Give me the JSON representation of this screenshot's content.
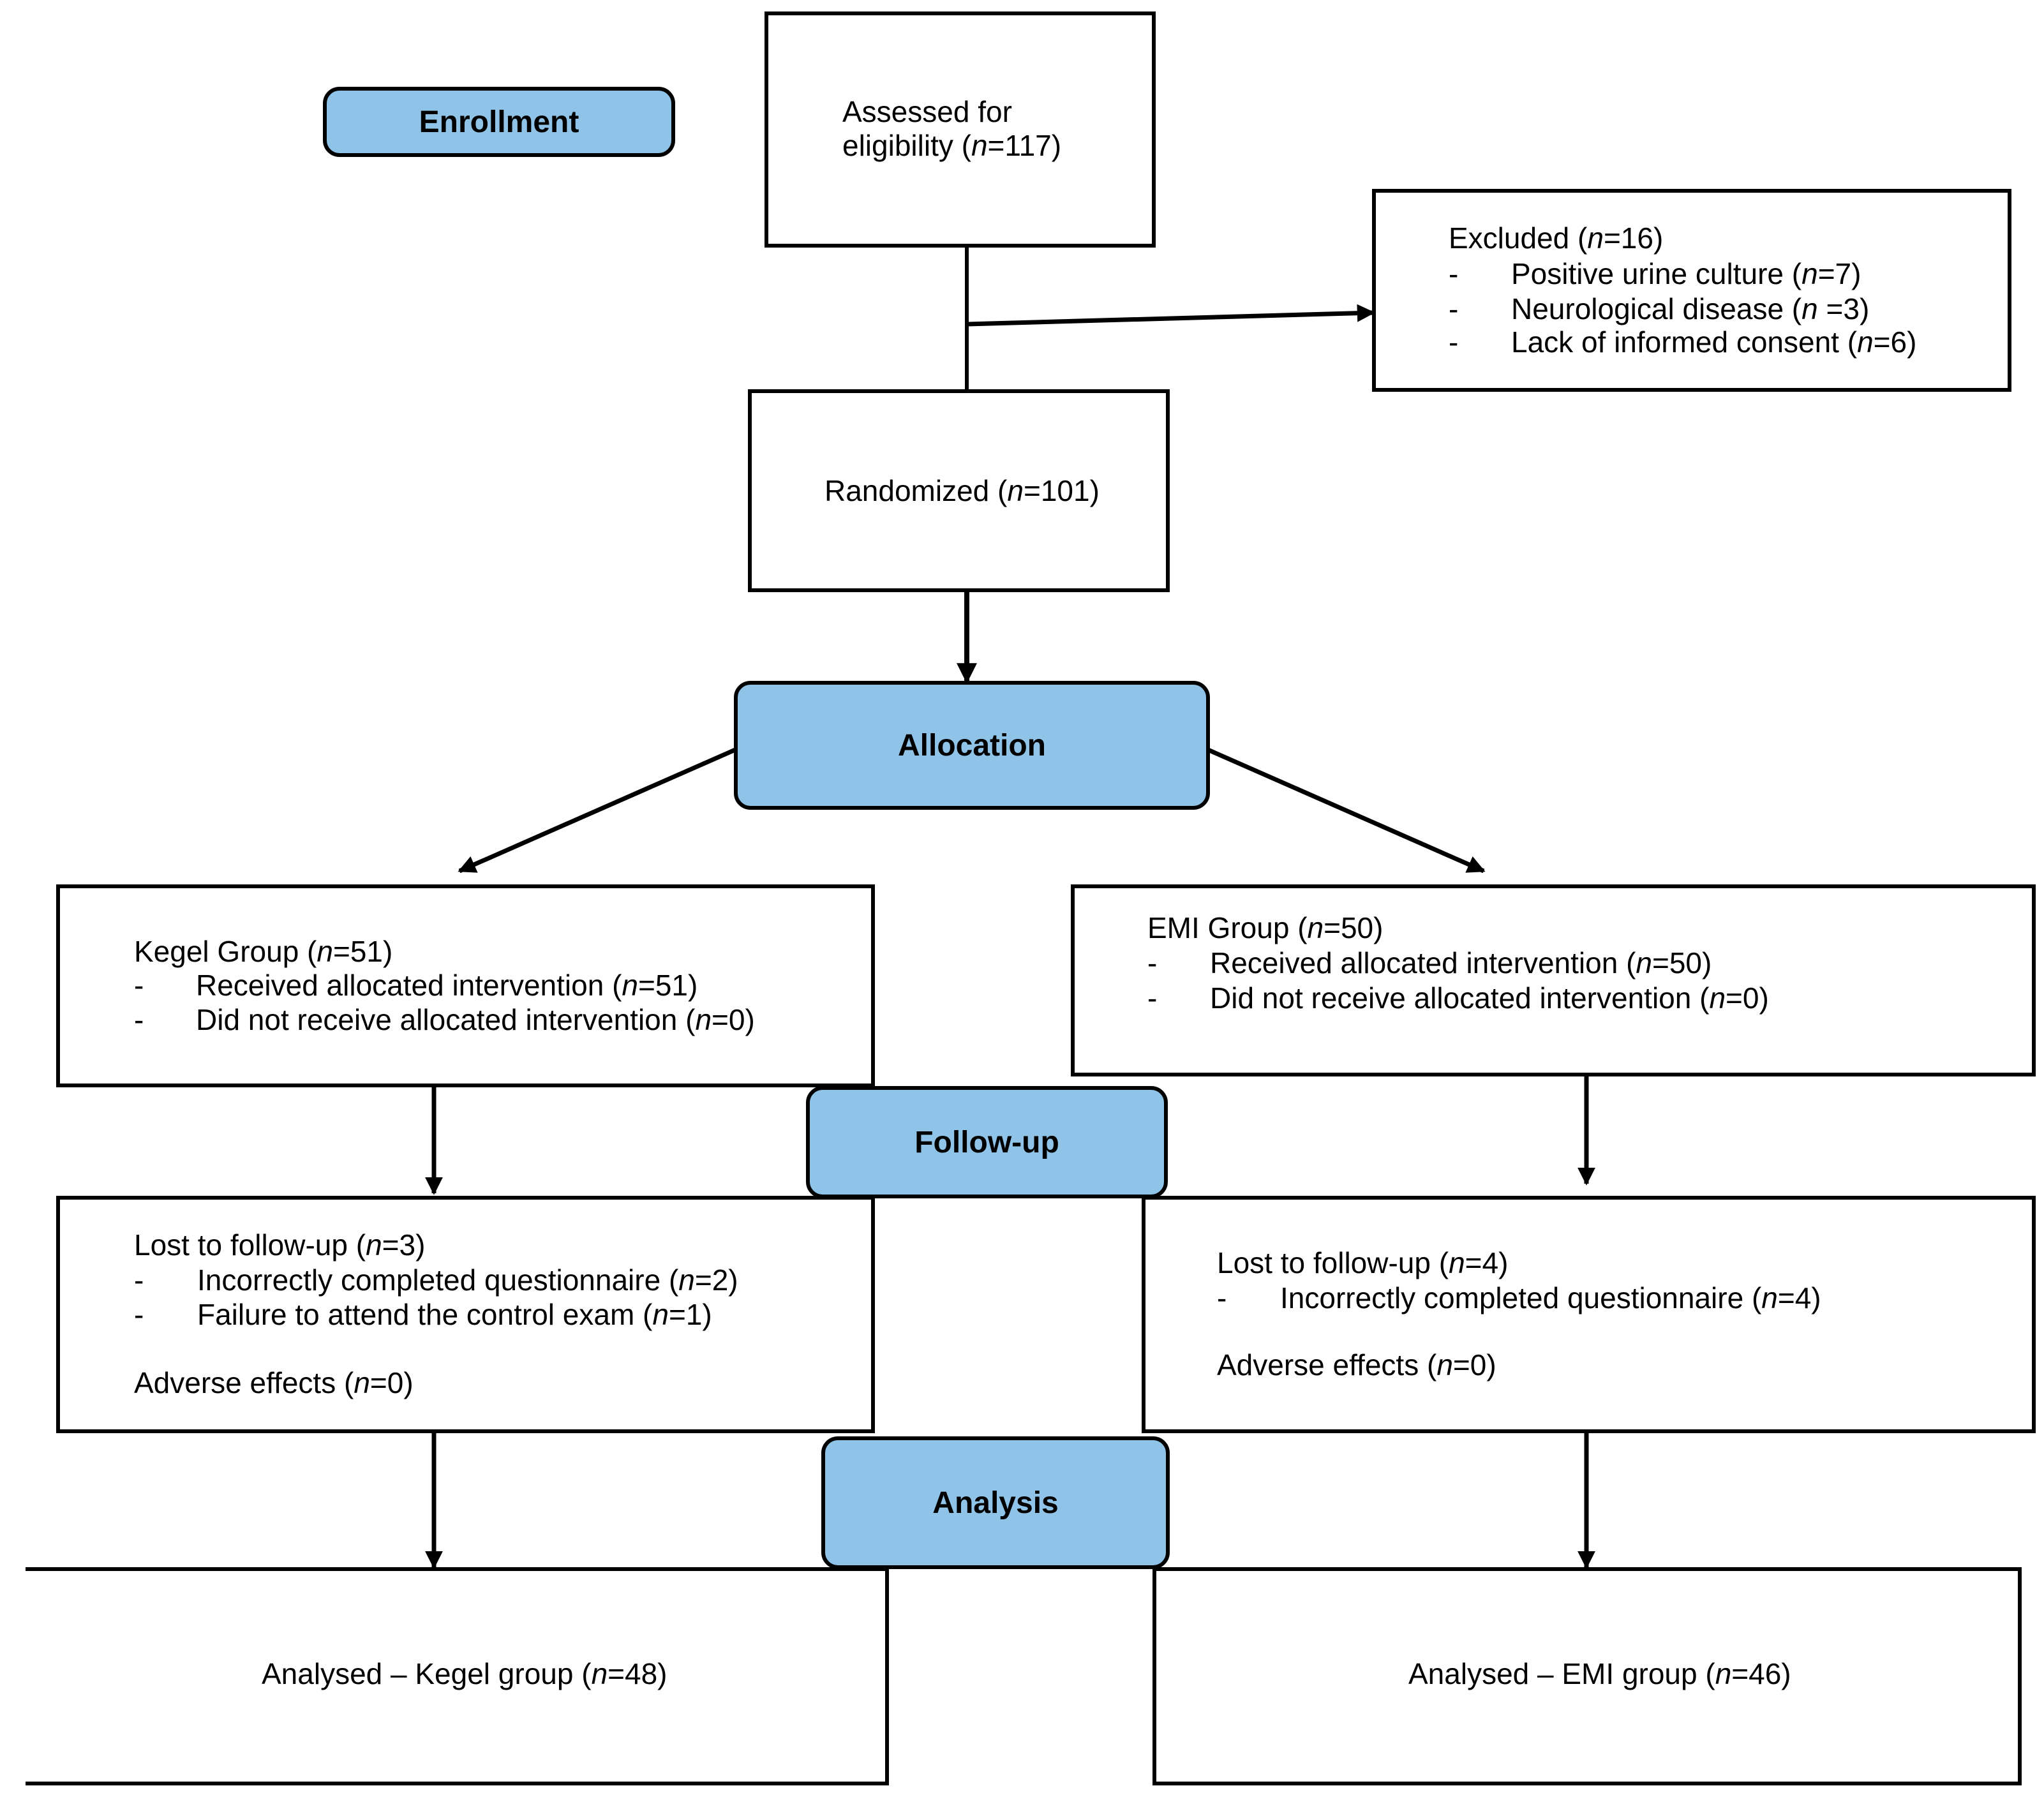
{
  "stages": {
    "enrollment": "Enrollment",
    "allocation": "Allocation",
    "follow_up": "Follow-up",
    "analysis": "Analysis"
  },
  "assessed": {
    "line1": "Assessed for",
    "line2_pre": "eligibility (",
    "n_symbol": "n",
    "line2_post": "=117)"
  },
  "excluded": {
    "title_pre": "Excluded (",
    "title_n": "n",
    "title_post": "=16)",
    "bullet": "-",
    "items": [
      {
        "pre": "Positive urine culture (",
        "n": "n",
        "post": "=7)"
      },
      {
        "pre": "Neurological disease (",
        "n": "n",
        "post": " =3)"
      },
      {
        "pre": "Lack of informed consent (",
        "n": "n",
        "post": "=6)"
      }
    ]
  },
  "randomized": {
    "pre": "Randomized (",
    "n": "n",
    "post": "=101)"
  },
  "kegel_allocation": {
    "title_pre": "Kegel Group (",
    "title_n": "n",
    "title_post": "=51)",
    "items": [
      {
        "pre": "Received allocated intervention (",
        "n": "n",
        "post": "=51)"
      },
      {
        "pre": "Did not receive allocated intervention (",
        "n": "n",
        "post": "=0)"
      }
    ]
  },
  "emi_allocation": {
    "title_pre": "EMI Group (",
    "title_n": "n",
    "title_post": "=50)",
    "items": [
      {
        "pre": "Received allocated intervention (",
        "n": "n",
        "post": "=50)"
      },
      {
        "pre": "Did not receive allocated intervention (",
        "n": "n",
        "post": "=0)"
      }
    ]
  },
  "kegel_followup": {
    "lost_pre": "Lost to follow-up (",
    "lost_n": "n",
    "lost_post": "=3)",
    "items": [
      {
        "pre": "Incorrectly completed questionnaire (",
        "n": "n",
        "post": "=2)"
      },
      {
        "pre": "Failure to attend the control exam (",
        "n": "n",
        "post": "=1)"
      }
    ],
    "adverse_pre": "Adverse effects (",
    "adverse_n": "n",
    "adverse_post": "=0)"
  },
  "emi_followup": {
    "lost_pre": "Lost to follow-up (",
    "lost_n": "n",
    "lost_post": "=4)",
    "items": [
      {
        "pre": "Incorrectly completed questionnaire (",
        "n": "n",
        "post": "=4)"
      }
    ],
    "adverse_pre": "Adverse effects (",
    "adverse_n": "n",
    "adverse_post": "=0)"
  },
  "kegel_analysis": {
    "pre": "Analysed – Kegel group (",
    "n": "n",
    "post": "=48)"
  },
  "emi_analysis": {
    "pre": "Analysed – EMI group (",
    "n": "n",
    "post": "=46)"
  }
}
